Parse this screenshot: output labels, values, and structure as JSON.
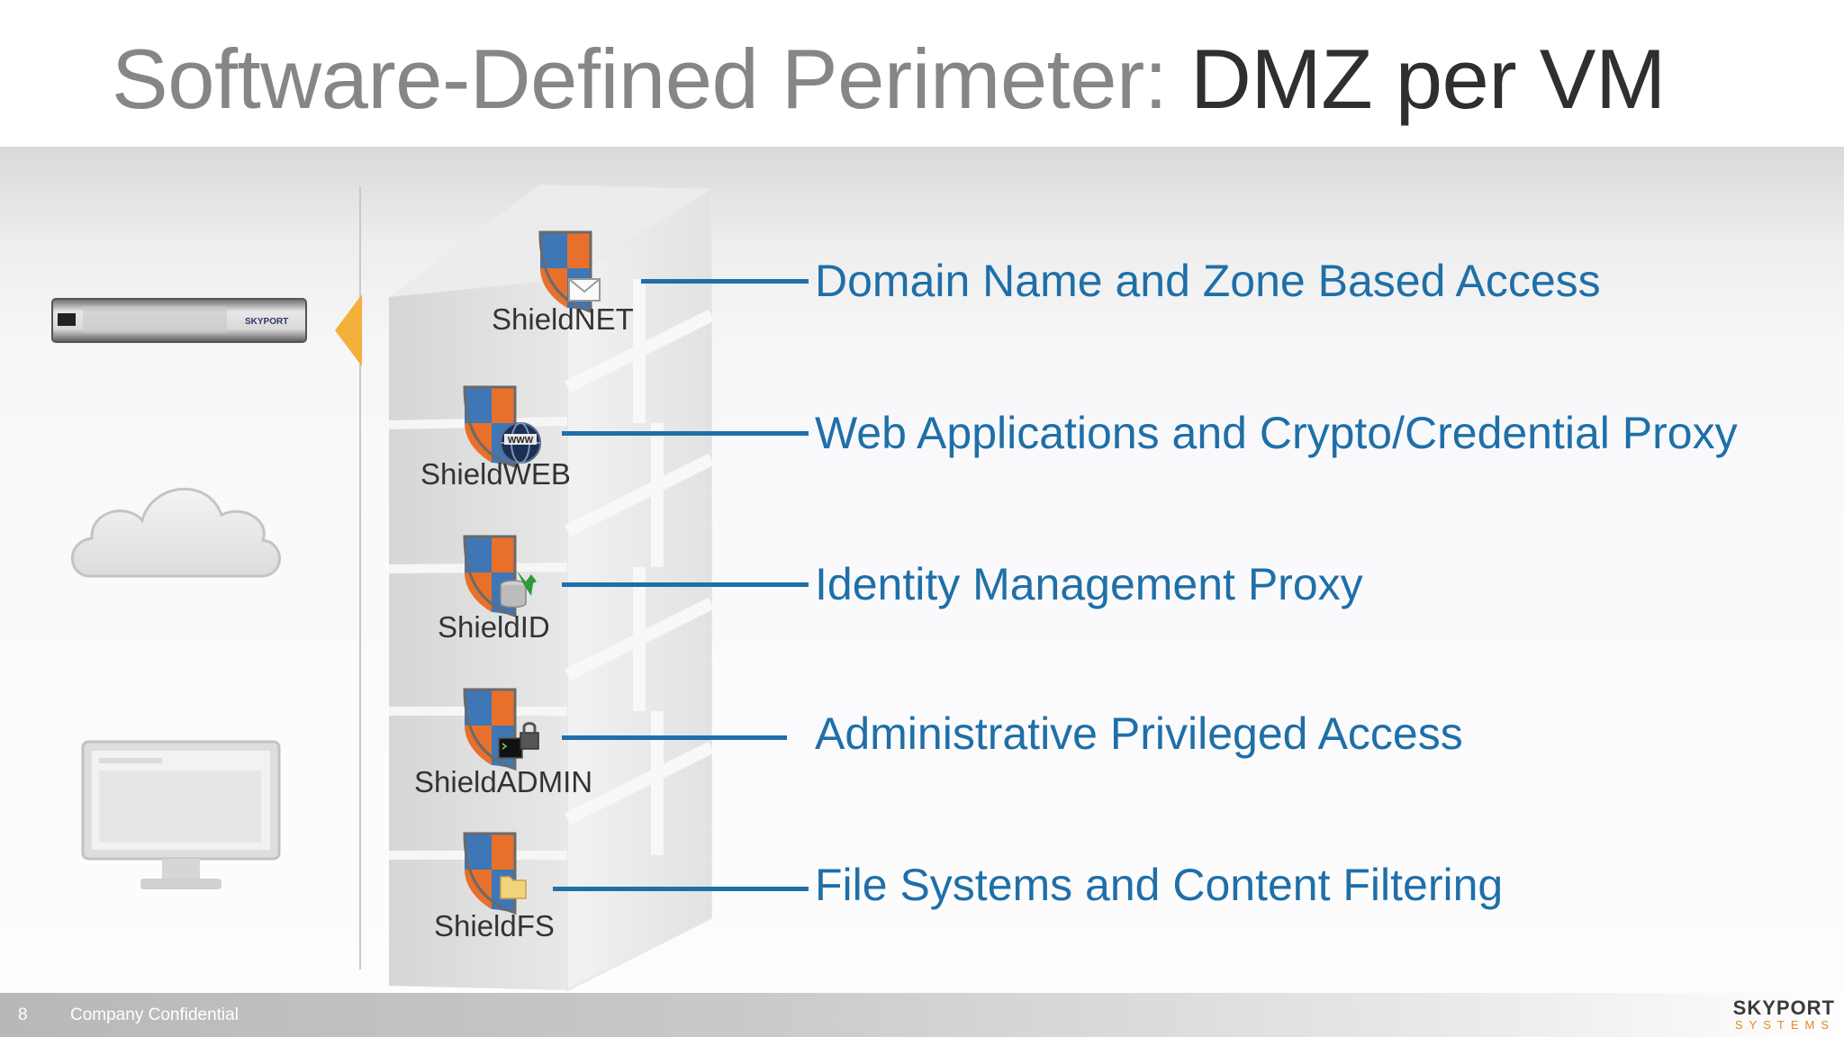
{
  "title": {
    "part1": "Software-Defined Perimeter: ",
    "part2": "DMZ per VM"
  },
  "appliance": {
    "label": "SKYPORT"
  },
  "shields": [
    {
      "label": "ShieldNET",
      "icon": "envelope-icon"
    },
    {
      "label": "ShieldWEB",
      "icon": "globe-www-icon"
    },
    {
      "label": "ShieldID",
      "icon": "identity-database-icon"
    },
    {
      "label": "ShieldADMIN",
      "icon": "terminal-lock-icon"
    },
    {
      "label": "ShieldFS",
      "icon": "folder-icon"
    }
  ],
  "features": [
    "Domain Name and Zone Based Access",
    "Web Applications and Crypto/Credential Proxy",
    "Identity Management Proxy",
    "Administrative Privileged Access",
    "File Systems and Content Filtering"
  ],
  "footer": {
    "page_number": "8",
    "confidential": "Company Confidential"
  },
  "brand": {
    "name": "SKYPORT",
    "sub": "SYSTEMS"
  },
  "colors": {
    "accent_blue": "#1f6fa8",
    "arrow_orange": "#f3b03a",
    "shield_blue": "#3f76b5",
    "shield_orange": "#e8702a"
  }
}
